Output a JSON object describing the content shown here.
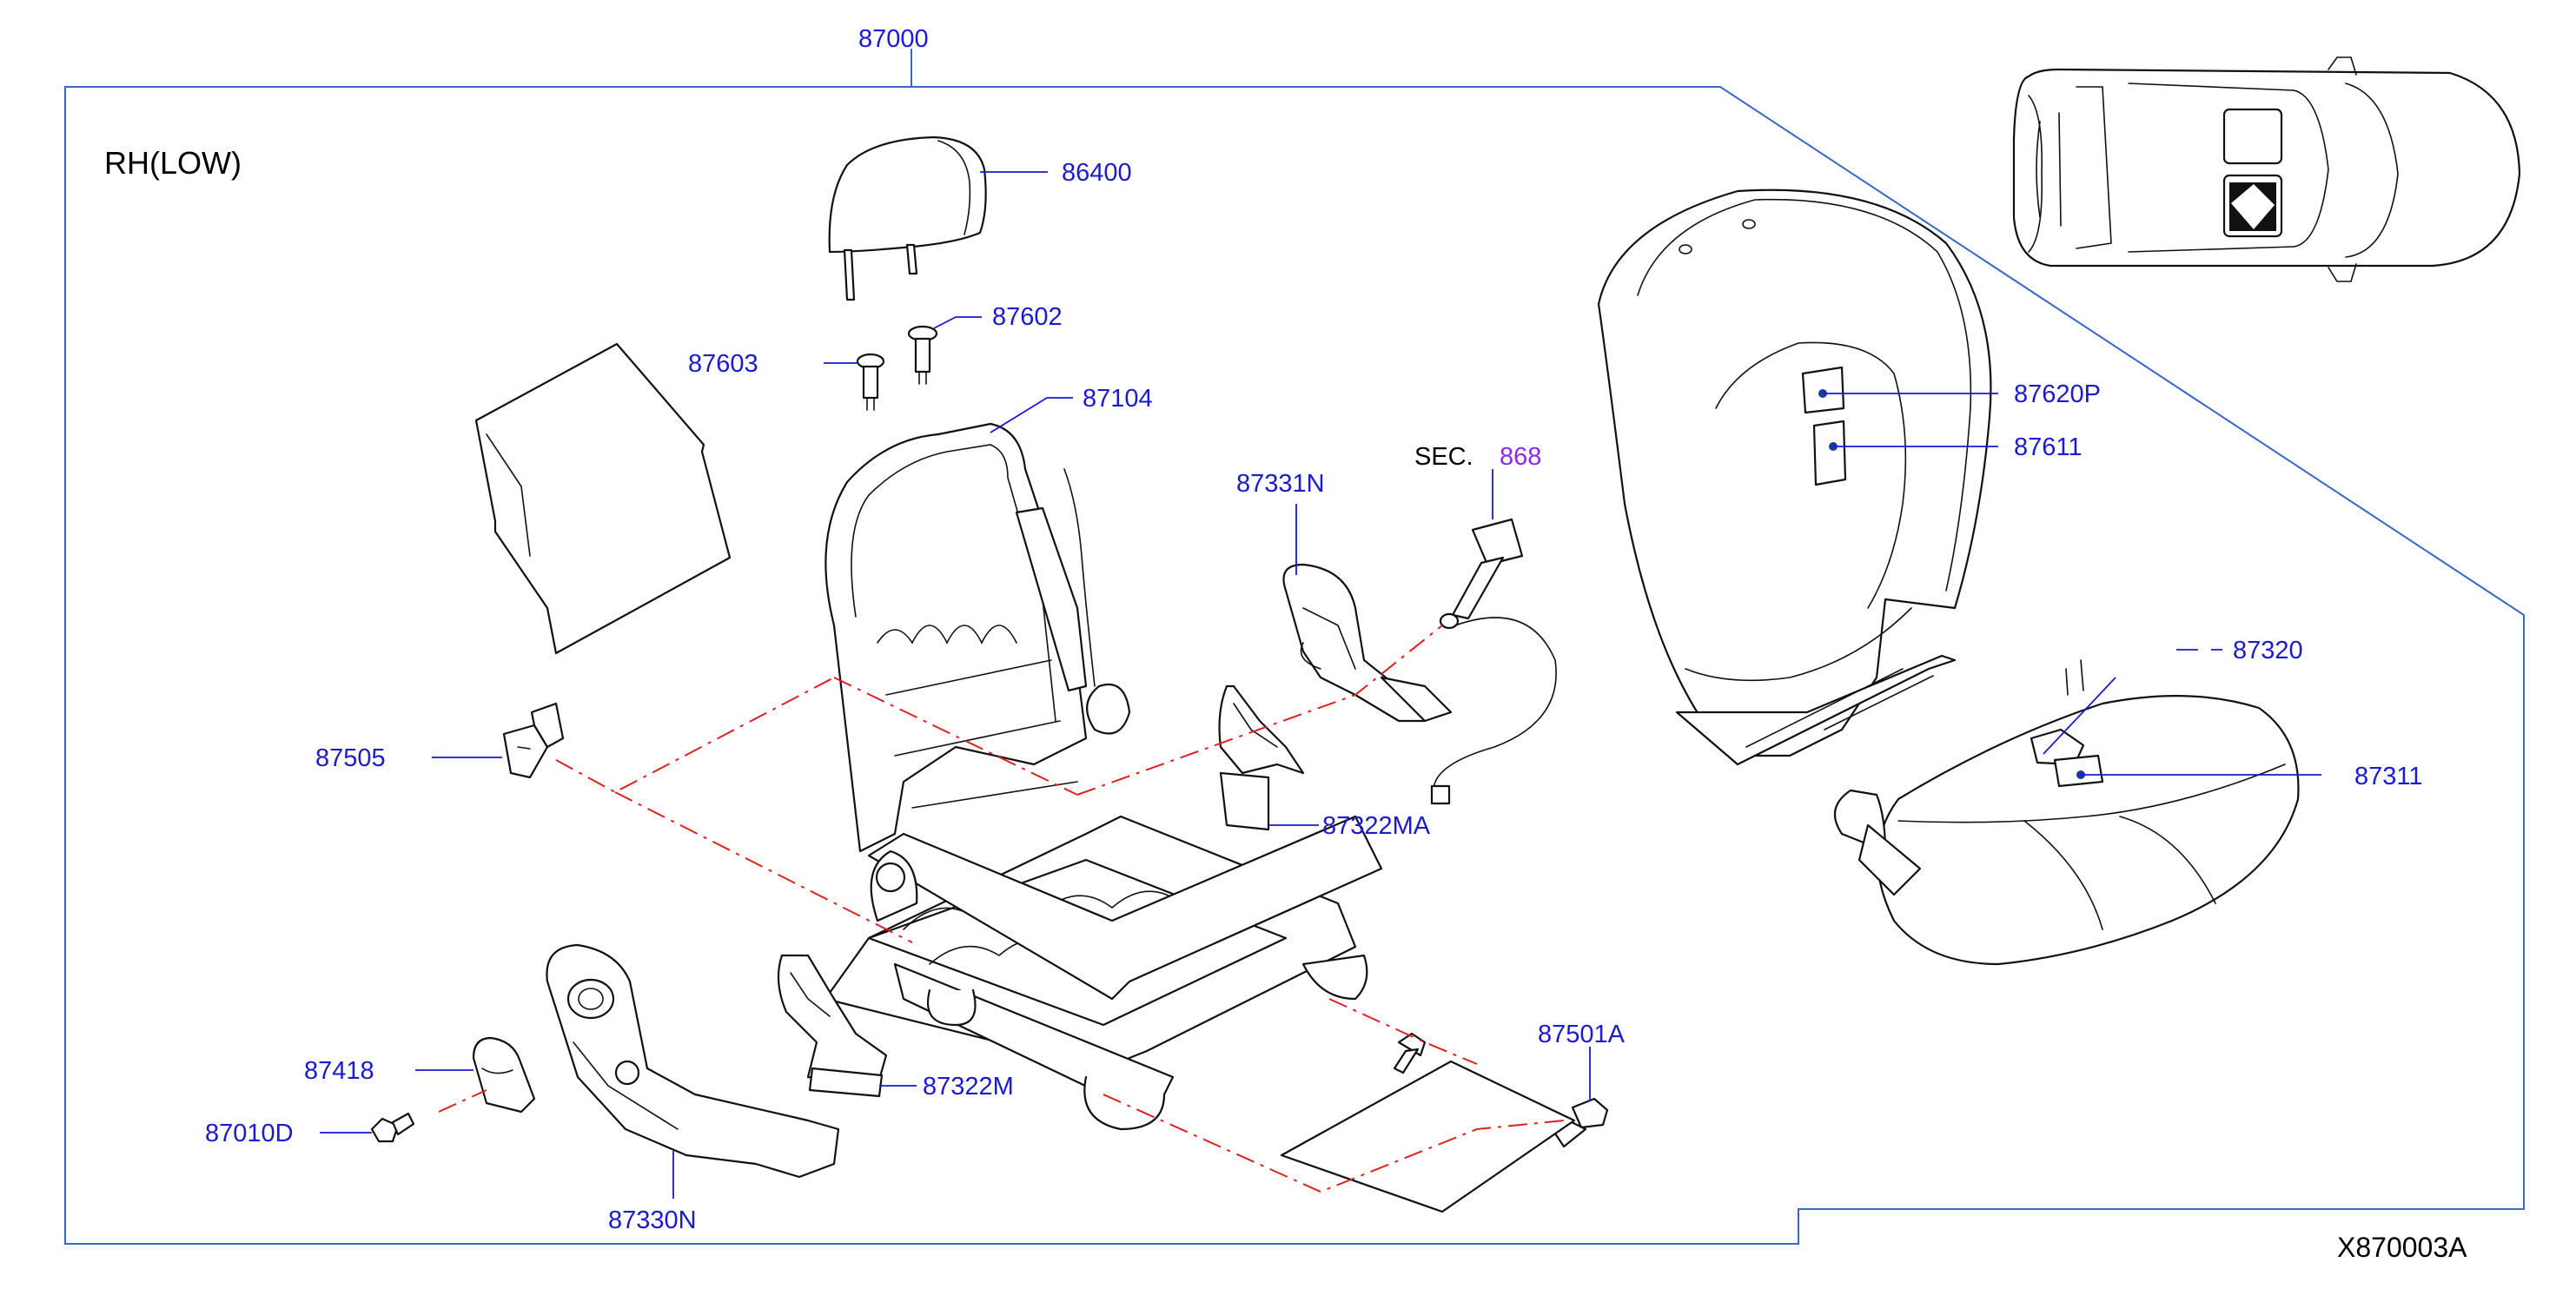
{
  "diagram": {
    "assembly_number": "87000",
    "variant_label": "RH(LOW)",
    "drawing_id": "X870003A",
    "section_ref": {
      "prefix": "SEC.",
      "number": "868"
    },
    "colors": {
      "label": "#1a1ad0",
      "section_number": "#8a2be2",
      "frame": "#3a66c8",
      "guide_dashes": "#e02020",
      "drawing": "#111111"
    },
    "parts": {
      "headrest": "86400",
      "headrest_guide_locking": "87602",
      "headrest_guide_free": "87603",
      "back_frame": "87104",
      "back_trim_cover": "87620P",
      "back_pad_label": "87611",
      "cushion_trim": "87320",
      "cushion_trim_cover": "87311",
      "inner_finisher": "87331N",
      "lower_cover_upper": "87322MA",
      "lower_cover_lower": "87322M",
      "side_finisher": "87330N",
      "knob_cover": "87418",
      "screw": "87010D",
      "clip": "87505",
      "bolt": "87501A"
    }
  }
}
